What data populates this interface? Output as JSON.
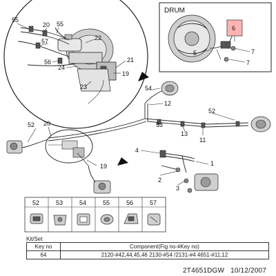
{
  "diagram": {
    "drum_title": "DRUM",
    "callouts": {
      "c55a": "55",
      "c20a": "20",
      "c55b": "55",
      "c22": "22",
      "c57": "57",
      "c21": "21",
      "c56": "56",
      "c24": "24",
      "c19a": "19",
      "c23": "23",
      "d6": "6",
      "d5": "5",
      "d7a": "7",
      "d7b": "7",
      "c54": "54",
      "c12": "12",
      "c52a": "52",
      "c20b": "20",
      "c53": "53",
      "c52b": "52",
      "c13": "13",
      "c11": "11",
      "c19b": "19",
      "c4": "4",
      "c1": "1",
      "c2": "2",
      "c3": "3"
    },
    "highlight_color": "#ffb3b3"
  },
  "legend": {
    "codes": [
      "52",
      "53",
      "54",
      "55",
      "56",
      "57"
    ]
  },
  "kit": {
    "title": "Kit/Set",
    "headers": {
      "key": "Key no",
      "component": "Component(Fig no-#Key no)"
    },
    "rows": [
      {
        "key": "64",
        "component": "2120-#42,44,45,46  2130-#54 /2131-#4 4651-#11,12"
      }
    ]
  },
  "footer": {
    "code": "2T4651DGW",
    "date": "10/12/2007"
  }
}
